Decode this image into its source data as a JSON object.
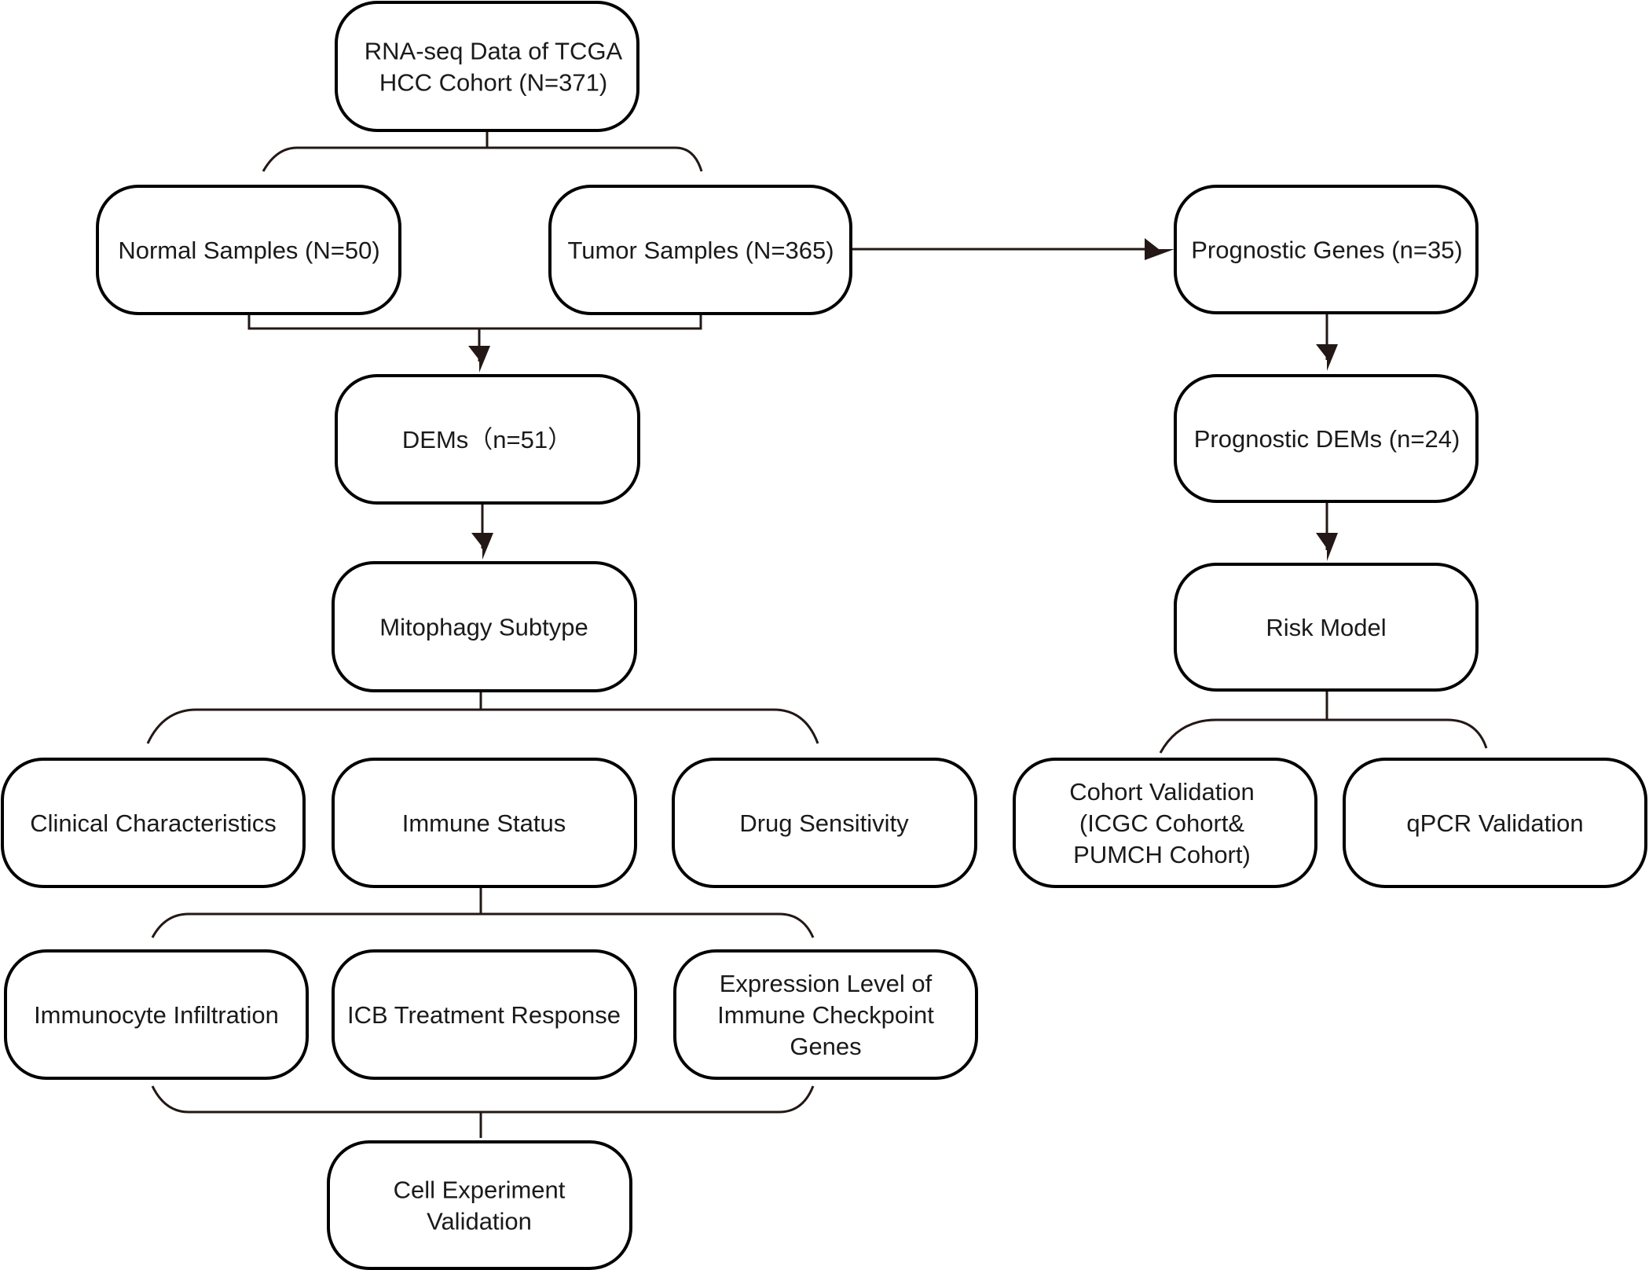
{
  "diagram": {
    "nodes": [
      {
        "id": "rnaseq",
        "lines": [
          "RNA-seq Data of TCGA",
          "HCC Cohort (N=371)"
        ]
      },
      {
        "id": "normal",
        "lines": [
          "Normal Samples (N=50)"
        ]
      },
      {
        "id": "tumor",
        "lines": [
          "Tumor Samples (N=365)"
        ]
      },
      {
        "id": "prog-genes",
        "lines": [
          "Prognostic Genes (n=35)"
        ]
      },
      {
        "id": "dems",
        "lines": [
          "DEMs（n=51）"
        ]
      },
      {
        "id": "prog-dems",
        "lines": [
          "Prognostic DEMs (n=24)"
        ]
      },
      {
        "id": "mitophagy",
        "lines": [
          "Mitophagy Subtype"
        ]
      },
      {
        "id": "risk-model",
        "lines": [
          "Risk Model"
        ]
      },
      {
        "id": "clinical",
        "lines": [
          "Clinical Characteristics"
        ]
      },
      {
        "id": "immune-status",
        "lines": [
          "Immune Status"
        ]
      },
      {
        "id": "drug",
        "lines": [
          "Drug Sensitivity"
        ]
      },
      {
        "id": "cohort-val",
        "lines": [
          "Cohort Validation",
          "(ICGC Cohort&",
          "PUMCH Cohort)"
        ]
      },
      {
        "id": "qpcr",
        "lines": [
          "qPCR Validation"
        ]
      },
      {
        "id": "immunocyte",
        "lines": [
          "Immunocyte Infiltration"
        ]
      },
      {
        "id": "icb",
        "lines": [
          "ICB Treatment Response"
        ]
      },
      {
        "id": "checkpoint",
        "lines": [
          "Expression Level of",
          "Immune Checkpoint",
          "Genes"
        ]
      },
      {
        "id": "cell-exp",
        "lines": [
          "Cell Experiment",
          "Validation"
        ]
      }
    ],
    "colors": {
      "border": "#000000",
      "connector": "#231815",
      "text": "#1a1a1a",
      "background": "#ffffff"
    }
  }
}
